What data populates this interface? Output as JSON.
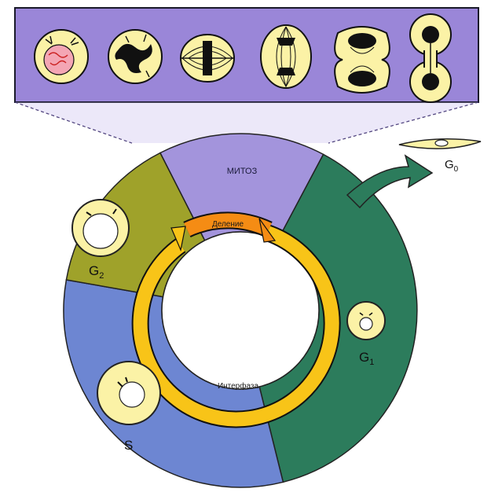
{
  "diagram": {
    "labels": {
      "mitosis": "МИТОЗ",
      "division": "Деление",
      "interphase": "Интерфаза",
      "g1": "G",
      "g1_sub": "1",
      "g2": "G",
      "g2_sub": "2",
      "s": "S",
      "g0": "G",
      "g0_sub": "0"
    },
    "colors": {
      "mitosis": "#a394dc",
      "g1": "#2c7c5c",
      "g2": "#9fa22a",
      "s": "#6d86d2",
      "cell_fill": "#fbf2a6",
      "arrow_yellow": "#f8c418",
      "arrow_orange": "#f58c14",
      "top_panel": "#9a86d8"
    }
  }
}
